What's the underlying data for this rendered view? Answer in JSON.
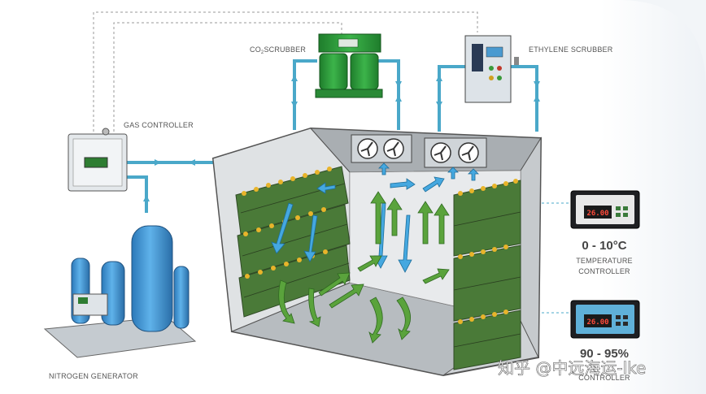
{
  "labels": {
    "co2_scrubber_prefix": "CO",
    "co2_scrubber_sub": "2",
    "co2_scrubber_suffix": "SCRUBBER",
    "ethylene_scrubber": "ETHYLENE SCRUBBER",
    "gas_controller": "GAS CONTROLLER",
    "nitrogen_generator": "NITROGEN GENERATOR",
    "temperature_range": "0 - 10°C",
    "temperature_controller_line1": "TEMPERATURE",
    "temperature_controller_line2": "CONTROLLER",
    "humidity_range": "90 - 95%",
    "humidity_controller_line2": "CONTROLLER"
  },
  "displays": {
    "temperature_display": "26.00",
    "humidity_display": "26.00"
  },
  "watermark": "知乎 @中远海运-lke",
  "colors": {
    "pipe": "#4aa8c9",
    "scrubber_green": "#2e9a3c",
    "tank_blue": "#3a8fd0",
    "arrow_green": "#4f9a3a",
    "arrow_blue": "#45a8e0"
  }
}
